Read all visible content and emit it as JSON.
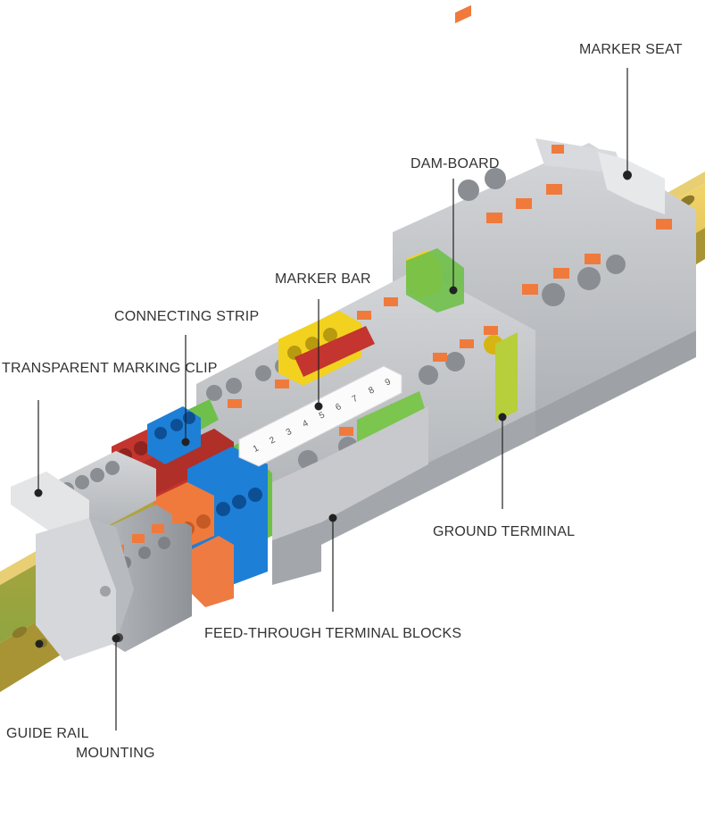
{
  "labels": {
    "marker_seat": "MARKER SEAT",
    "dam_board": "DAM-BOARD",
    "marker_bar": "MARKER BAR",
    "connecting_strip": "CONNECTING STRIP",
    "transparent_marking_clip": "TRANSPARENT MARKING CLIP",
    "ground_terminal": "GROUND TERMINAL",
    "feed_through_terminal_blocks": "FEED-THROUGH TERMINAL BLOCKS",
    "guide_rail": "GUIDE RAIL",
    "mounting": "MOUNTING"
  },
  "marker_numbers": [
    "1",
    "2",
    "3",
    "4",
    "5",
    "6",
    "7",
    "8",
    "9"
  ],
  "colors": {
    "terminal_gray": "#c4c6c9",
    "lever_orange": "#f07a3c",
    "connecting_strip_red": "#c3352e",
    "blue_block": "#1e7fd6",
    "yellow_block": "#f2d21f",
    "green_block": "#6fc04a",
    "rail_gold": "#d8b545",
    "leader_line": "#222222"
  }
}
